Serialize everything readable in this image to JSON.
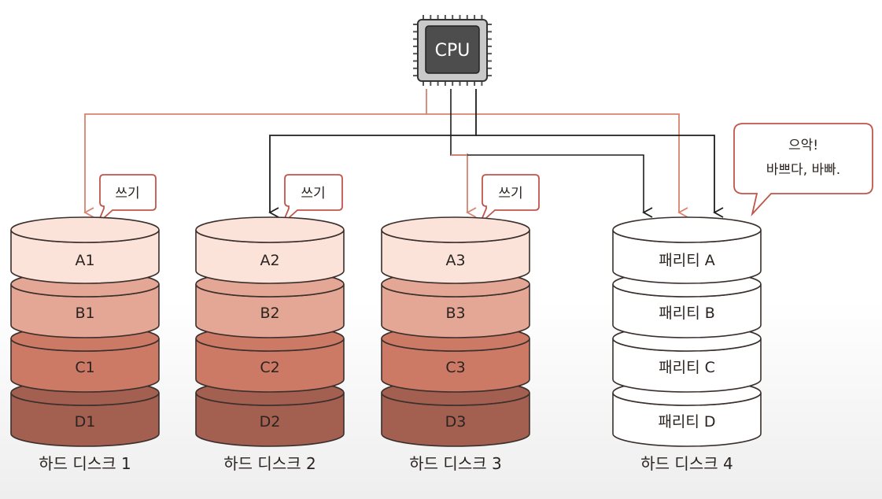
{
  "cpu": {
    "label": "CPU"
  },
  "disks": [
    {
      "label": "하드 디스크 1",
      "segments": [
        "A1",
        "B1",
        "C1",
        "D1"
      ],
      "bubble": "쓰기"
    },
    {
      "label": "하드 디스크 2",
      "segments": [
        "A2",
        "B2",
        "C2",
        "D2"
      ],
      "bubble": "쓰기"
    },
    {
      "label": "하드 디스크 3",
      "segments": [
        "A3",
        "B3",
        "C3",
        "D3"
      ],
      "bubble": "쓰기"
    },
    {
      "label": "하드 디스크 4",
      "segments": [
        "패리티 A",
        "패리티 B",
        "패리티 C",
        "패리티 D"
      ]
    }
  ],
  "speech": {
    "line1": "으악!",
    "line2": "바쁘다, 바빠."
  },
  "colors": {
    "write_line": "#d9826f",
    "control_line": "#1e1e1e",
    "bubble_border": "#c0554b",
    "segment_fills": [
      "#fbe3da",
      "#e5a795",
      "#cc7a66",
      "#a35f50"
    ],
    "parity_fill": "#ffffff",
    "outline": "#3a2f2c"
  }
}
